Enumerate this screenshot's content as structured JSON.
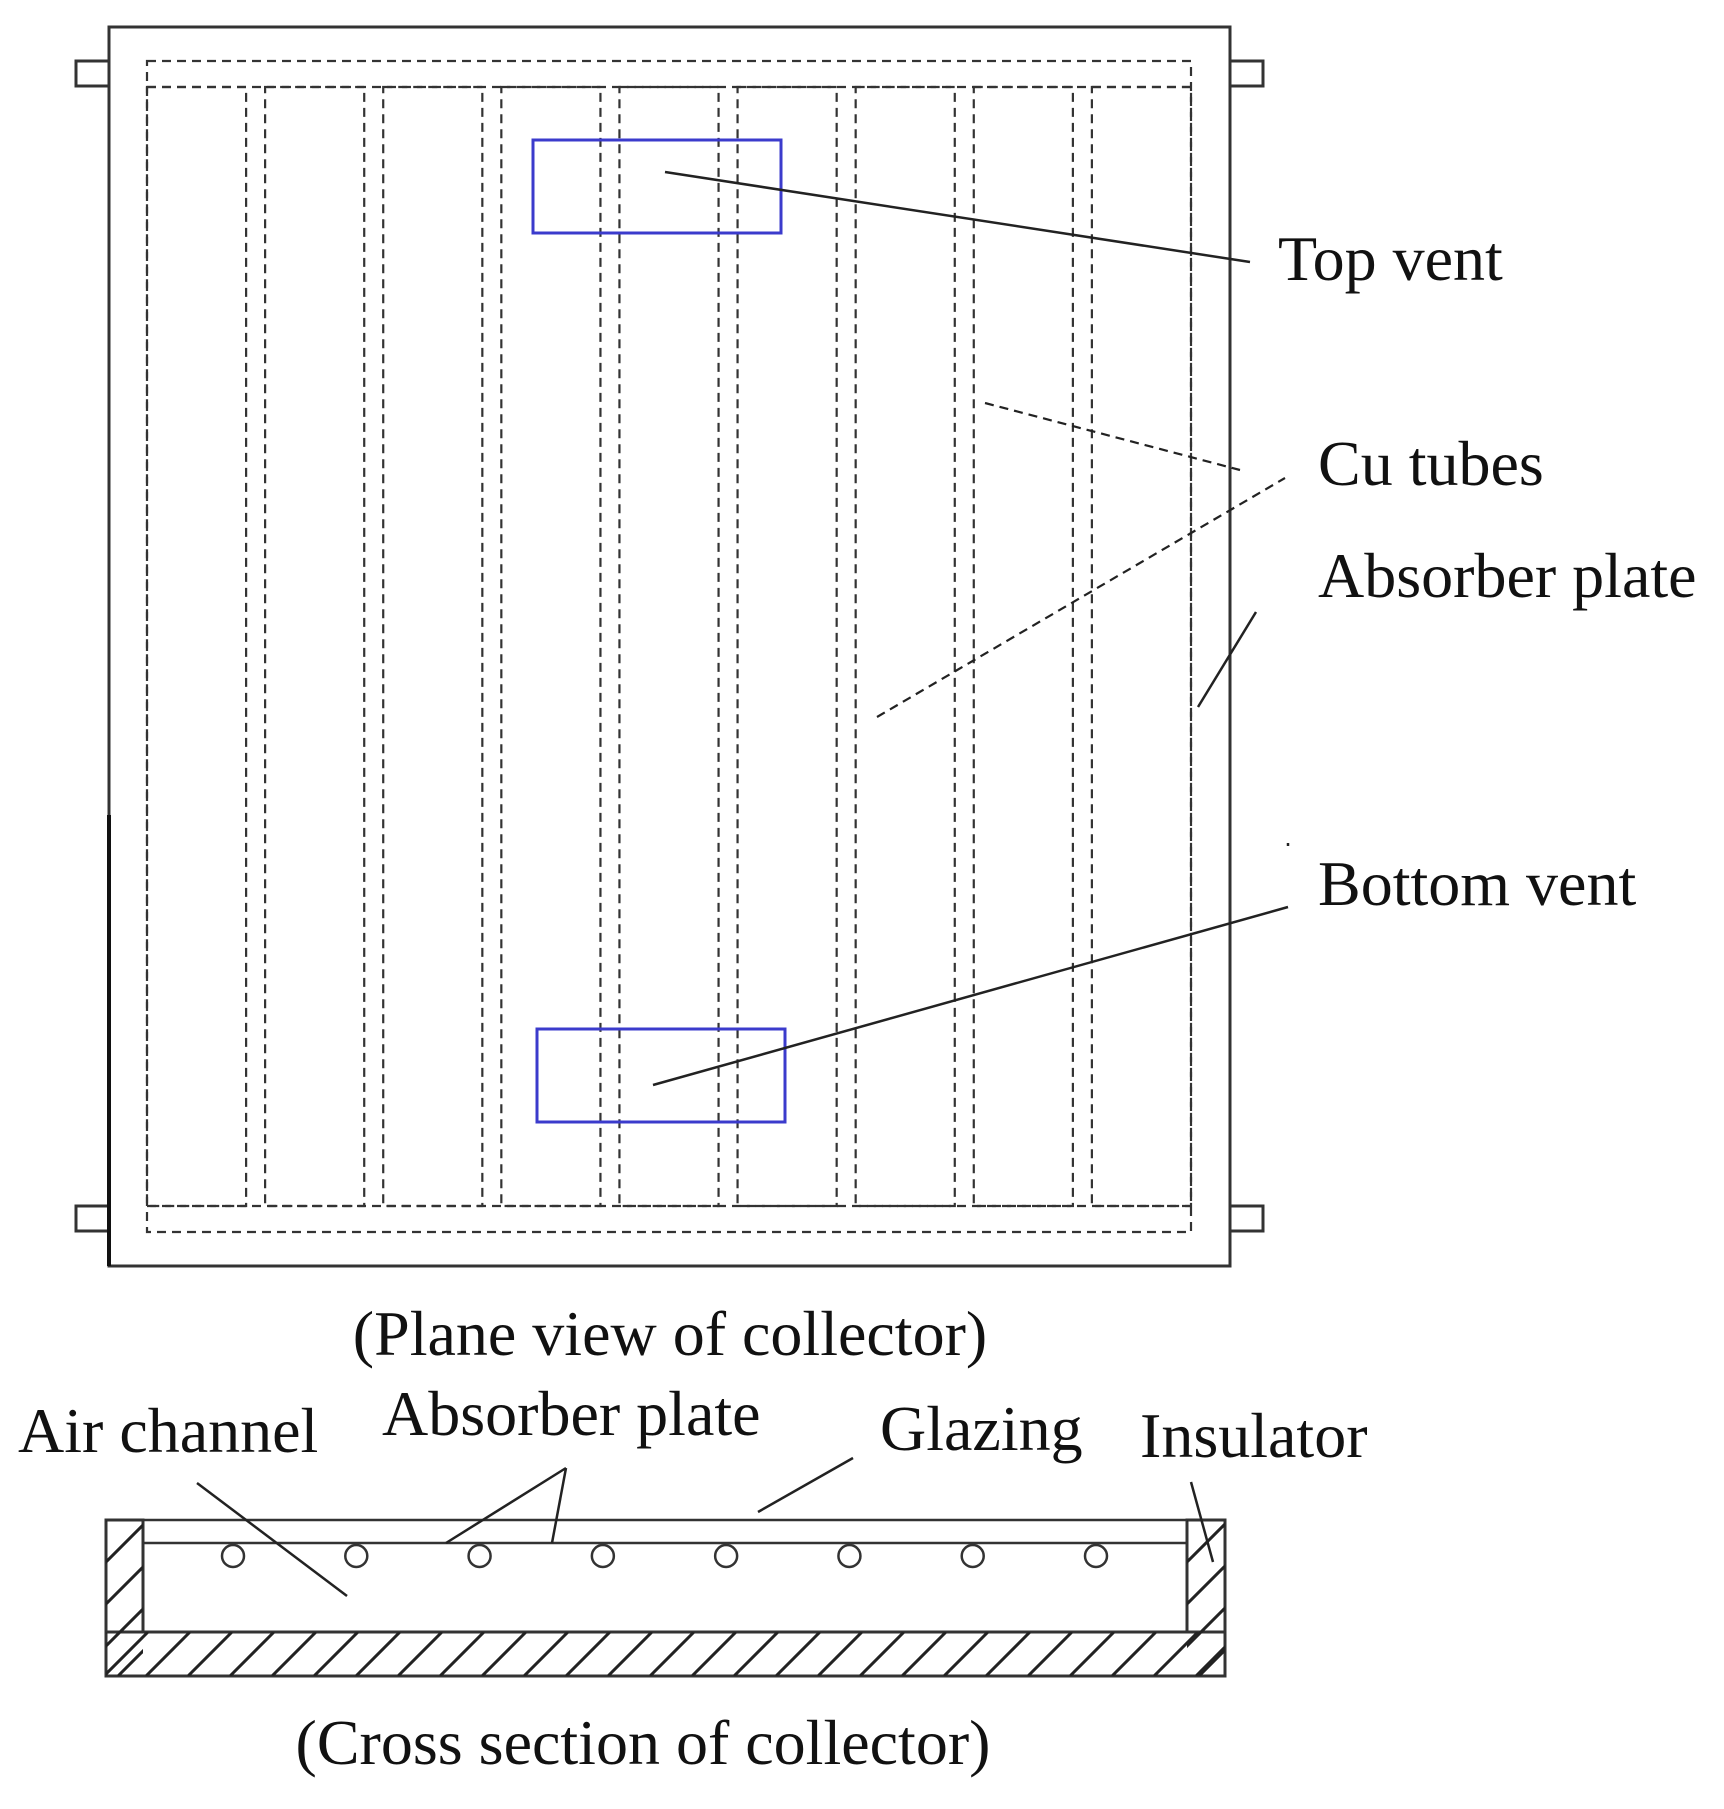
{
  "labels": {
    "top_vent": "Top vent",
    "cu_tubes": "Cu tubes",
    "absorber_plate_plan": "Absorber plate",
    "bottom_vent": "Bottom vent",
    "plan_caption": "(Plane view of collector)",
    "air_channel": "Air channel",
    "absorber_plate_section": "Absorber plate",
    "glazing": "Glazing",
    "insulator": "Insulator",
    "section_caption": "(Cross section of collector)"
  },
  "colors": {
    "vent_outline": "#3b3bcc",
    "line": "#333333",
    "text": "#111111"
  },
  "plan_view": {
    "tube_count": 9
  },
  "cross_section": {
    "tube_count": 8
  }
}
